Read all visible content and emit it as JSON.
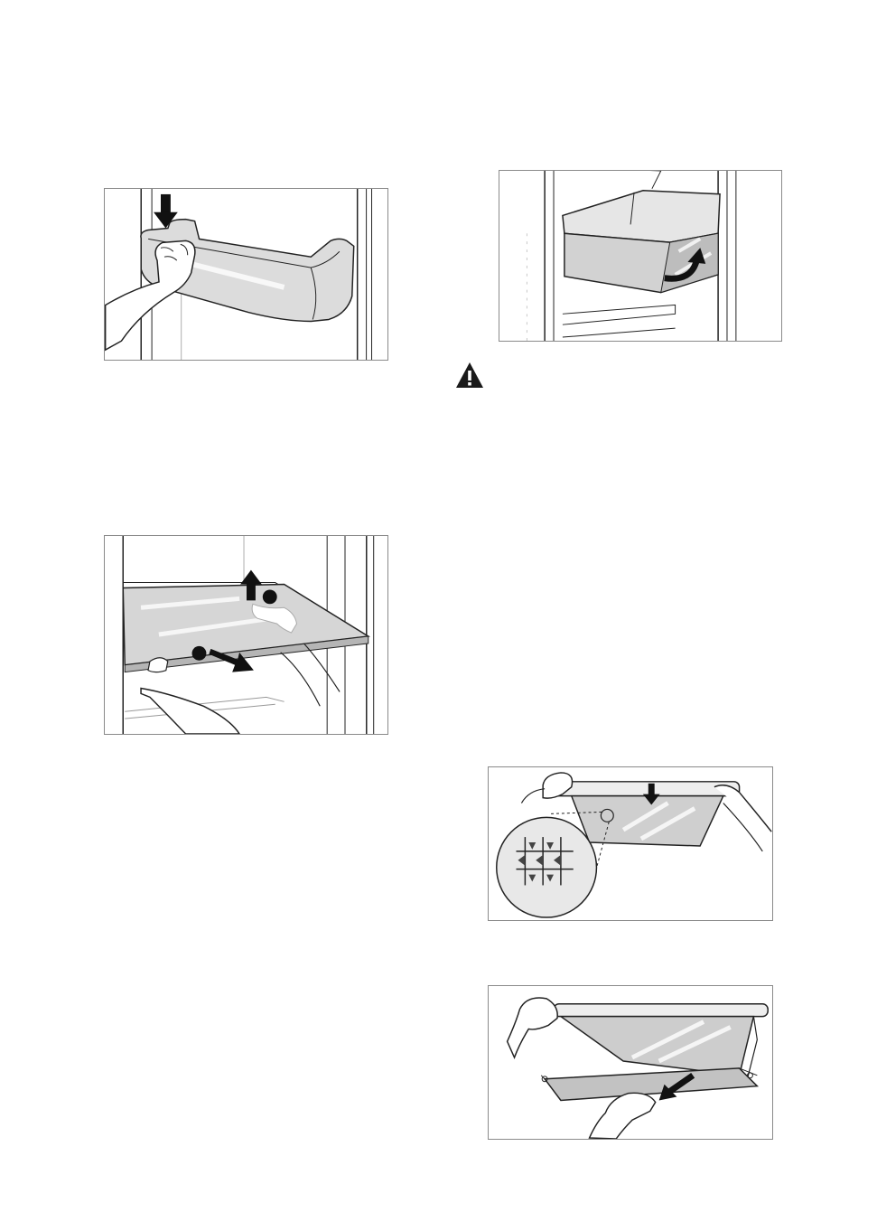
{
  "figures": [
    {
      "id": "door-bin",
      "icon": "down-arrow-icon"
    },
    {
      "id": "glass-shelf",
      "icons": [
        "up-arrow-icon",
        "diagonal-arrow-icon"
      ]
    },
    {
      "id": "drawer",
      "icon": "curved-up-arrow-icon"
    },
    {
      "id": "filter",
      "icon": "down-arrow-icon"
    },
    {
      "id": "crisper",
      "icon": "diagonal-arrow-icon"
    }
  ],
  "warning": {
    "icon": "warning-triangle-icon",
    "color": "#1a1a1a"
  },
  "colors": {
    "line": "#222222",
    "glass": "#d9d9d9",
    "glass_dark": "#b5b5b5",
    "frame": "#8a8a8a"
  }
}
